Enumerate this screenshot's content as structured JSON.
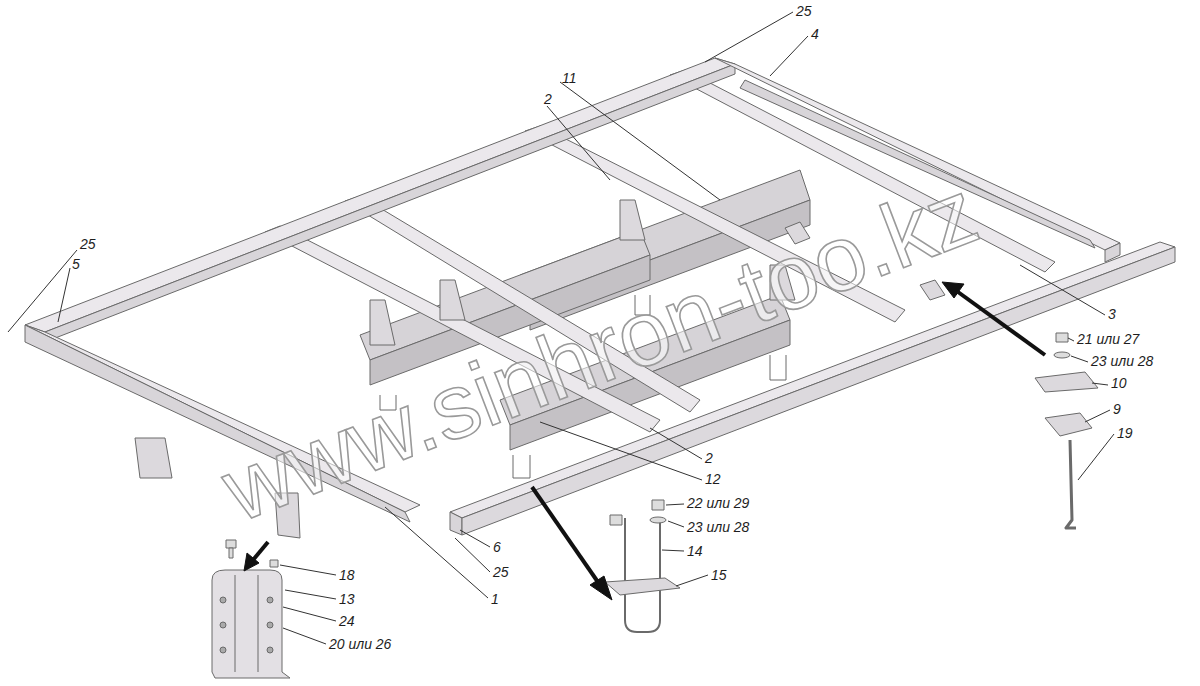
{
  "diagram": {
    "labels": [
      "25",
      "4",
      "11",
      "2",
      "25",
      "5",
      "3",
      "21 или 27",
      "23 или 28",
      "10",
      "9",
      "19",
      "2",
      "12",
      "22 или 29",
      "23 или 28",
      "6",
      "14",
      "25",
      "15",
      "18",
      "13",
      "1",
      "24",
      "20 или 26",
      "www.sinhron-too.kz"
    ]
  }
}
